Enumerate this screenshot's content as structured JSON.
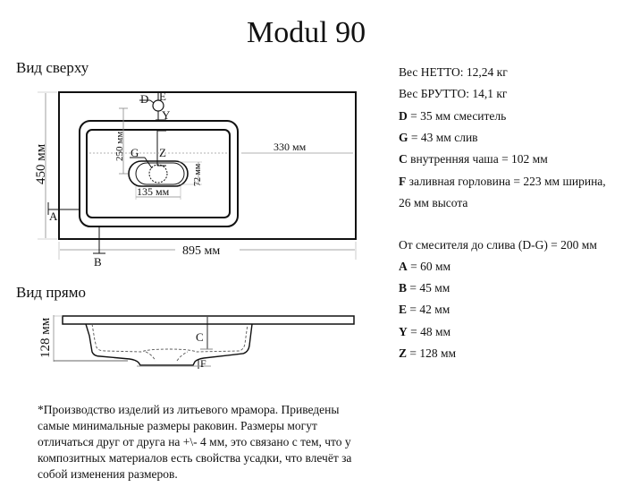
{
  "title": "Modul 90",
  "top_view": {
    "label": "Вид сверху",
    "dims": {
      "height": "450 мм",
      "width": "895 мм",
      "right_margin": "330 мм",
      "bowl_depth": "250 мм",
      "drain_width": "135 мм",
      "drain_height": "72 мм"
    },
    "markers": {
      "D": "D",
      "E": "E",
      "Y": "Y",
      "G": "G",
      "Z": "Z",
      "A": "A",
      "B": "B"
    }
  },
  "front_view": {
    "label": "Вид прямо",
    "dims": {
      "height": "128 мм"
    },
    "markers": {
      "C": "C",
      "F": "F"
    }
  },
  "specs": {
    "net_weight": "Вес НЕТТО: 12,24 кг",
    "gross_weight": "Вес БРУТТО: 14,1 кг",
    "items1": [
      {
        "key": "D",
        "text": " = 35 мм смеситель"
      },
      {
        "key": "G",
        "text": " = 43 мм слив"
      },
      {
        "key": "C",
        "text": " внутренняя чаша = 102 мм"
      },
      {
        "key": "F",
        "text": " заливная горловина = 223 мм ширина,"
      }
    ],
    "f_continuation": "26 мм высота",
    "mixer_to_drain": "От смесителя до слива (D-G) = 200 мм",
    "items2": [
      {
        "key": "A",
        "text": " = 60 мм"
      },
      {
        "key": "B",
        "text": " = 45 мм"
      },
      {
        "key": "E",
        "text": " = 42 мм"
      },
      {
        "key": "Y",
        "text": " = 48 мм"
      },
      {
        "key": "Z",
        "text": " = 128 мм"
      }
    ]
  },
  "note": "*Производство изделий из литьевого мрамора. Приведены самые минимальные размеры раковин. Размеры могут отличаться друг от друга на +\\- 4 мм, это связано с тем, что у композитных материалов есть свойства усадки, что влечёт за собой изменения размеров."
}
